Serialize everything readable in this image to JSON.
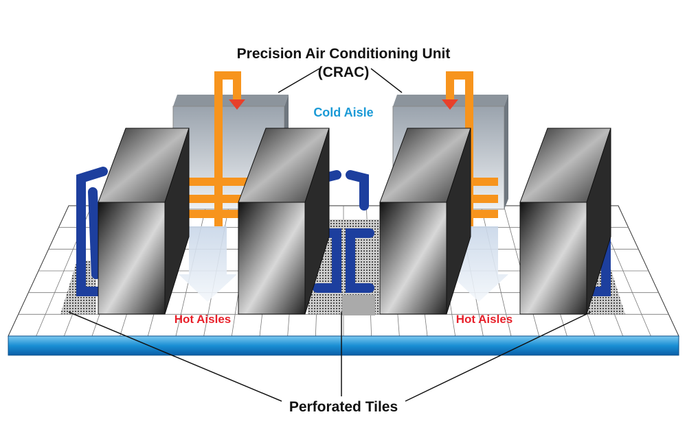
{
  "labels": {
    "crac_title": "Precision Air Conditioning Unit",
    "crac_abbrev": "(CRAC)",
    "cold_aisle": "Cold Aisle",
    "hot_aisles_left": "Hot Aisles",
    "hot_aisles_right": "Hot Aisles",
    "perforated_tiles": "Perforated Tiles"
  },
  "colors": {
    "cold_air": "#1d3f9e",
    "conditioned_air": "#f7941d",
    "cold_aisle_text": "#1a9ad6",
    "hot_aisle_text": "#e8202a",
    "floor_base": "#1a8fd4"
  }
}
